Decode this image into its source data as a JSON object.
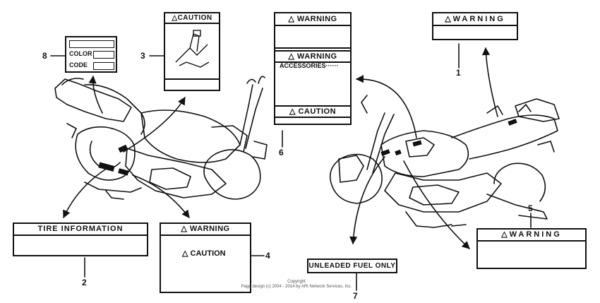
{
  "labels": {
    "l1_warning": "△WARNING",
    "l2_tire": "TIRE INFORMATION",
    "l3_caution": "△CAUTION",
    "l4_warning": "△ WARNING",
    "l4_caution": "△ CAUTION",
    "l5_warning": "△WARNING",
    "l6_warning_top": "△ WARNING",
    "l6_warning_mid": "△ WARNING",
    "l6_accessories": "ACCESSORIES······",
    "l6_caution": "△ CAUTION",
    "l7_fuel": "UNLEADED FUEL ONLY",
    "l8_color": "COLOR",
    "l8_code": "CODE"
  },
  "callouts": {
    "n1": "1",
    "n2": "2",
    "n3": "3",
    "n4": "4",
    "n5": "5",
    "n6": "6",
    "n7": "7",
    "n8": "8"
  },
  "copyright": {
    "line1": "Copyright",
    "line2": "Page design (c) 2004 - 2014 by ARI Network Services, Inc."
  }
}
